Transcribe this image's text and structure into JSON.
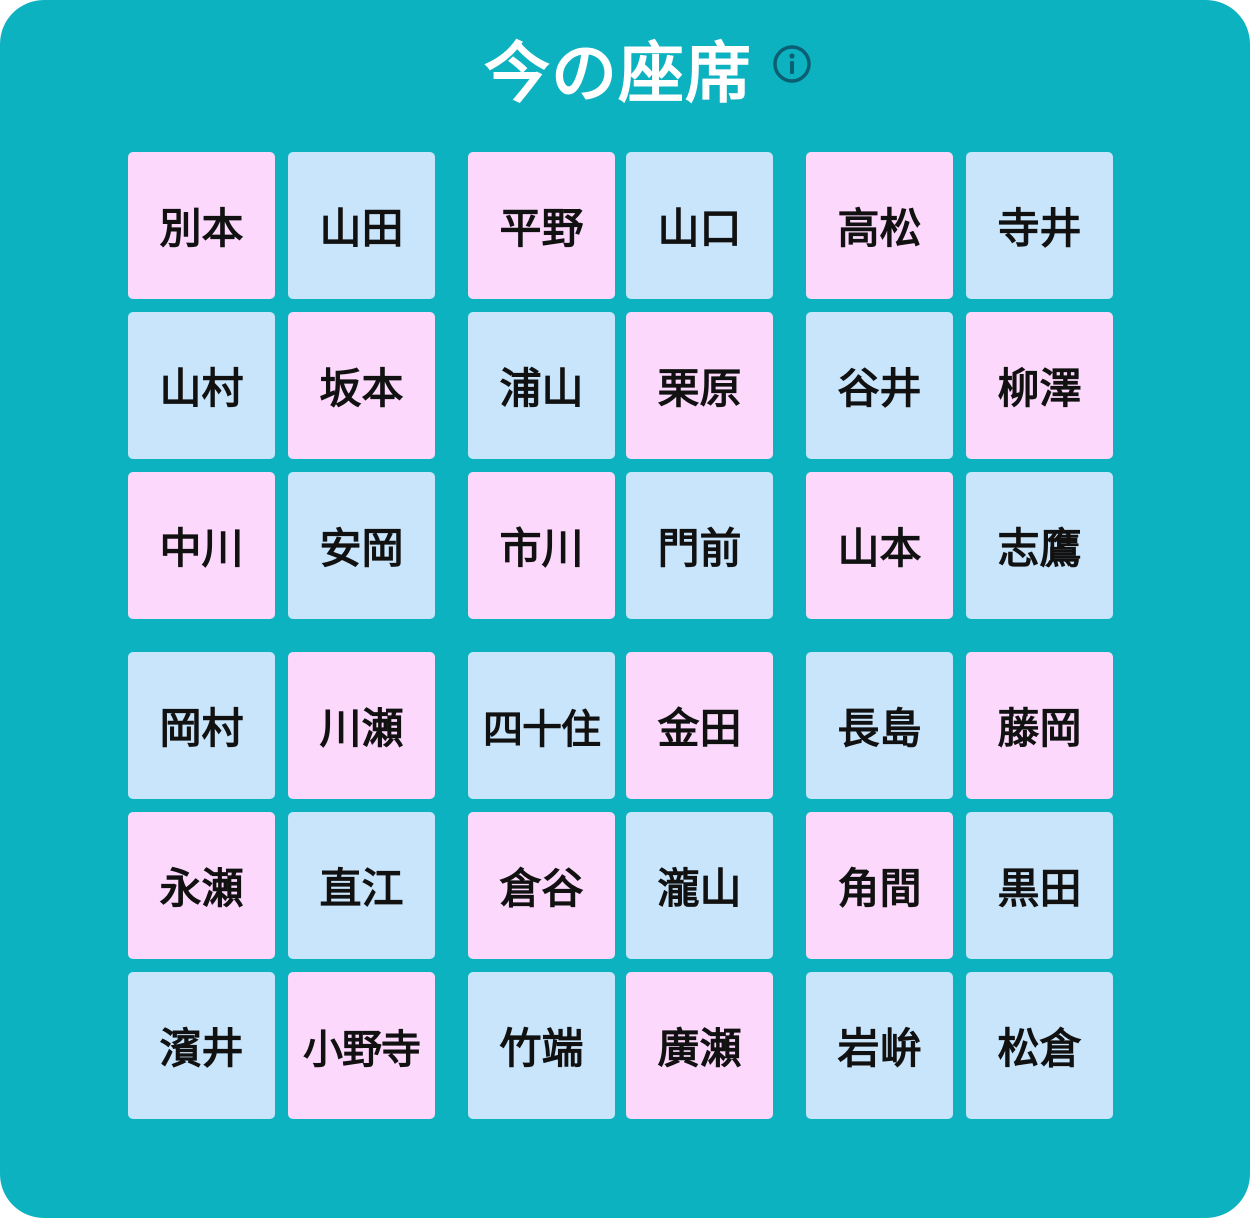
{
  "header": {
    "title": "今の座席",
    "info_icon": "info-icon"
  },
  "colors": {
    "background": "#0db2c1",
    "seat_pink": "#fcd9fc",
    "seat_blue": "#c9e5fb",
    "text": "#111111",
    "icon": "#0a5f73"
  },
  "seats": [
    {
      "name": "別本",
      "color": "pink"
    },
    {
      "name": "山田",
      "color": "blue"
    },
    {
      "name": "平野",
      "color": "pink"
    },
    {
      "name": "山口",
      "color": "blue"
    },
    {
      "name": "高松",
      "color": "pink"
    },
    {
      "name": "寺井",
      "color": "blue"
    },
    {
      "name": "山村",
      "color": "blue"
    },
    {
      "name": "坂本",
      "color": "pink"
    },
    {
      "name": "浦山",
      "color": "blue"
    },
    {
      "name": "栗原",
      "color": "pink"
    },
    {
      "name": "谷井",
      "color": "blue"
    },
    {
      "name": "柳澤",
      "color": "pink"
    },
    {
      "name": "中川",
      "color": "pink"
    },
    {
      "name": "安岡",
      "color": "blue"
    },
    {
      "name": "市川",
      "color": "pink"
    },
    {
      "name": "門前",
      "color": "blue"
    },
    {
      "name": "山本",
      "color": "pink"
    },
    {
      "name": "志鷹",
      "color": "blue"
    },
    {
      "name": "岡村",
      "color": "blue"
    },
    {
      "name": "川瀬",
      "color": "pink"
    },
    {
      "name": "四十住",
      "color": "blue"
    },
    {
      "name": "金田",
      "color": "pink"
    },
    {
      "name": "長島",
      "color": "blue"
    },
    {
      "name": "藤岡",
      "color": "pink"
    },
    {
      "name": "永瀬",
      "color": "pink"
    },
    {
      "name": "直江",
      "color": "blue"
    },
    {
      "name": "倉谷",
      "color": "pink"
    },
    {
      "name": "瀧山",
      "color": "blue"
    },
    {
      "name": "角間",
      "color": "pink"
    },
    {
      "name": "黒田",
      "color": "blue"
    },
    {
      "name": "濱井",
      "color": "blue"
    },
    {
      "name": "小野寺",
      "color": "pink"
    },
    {
      "name": "竹端",
      "color": "blue"
    },
    {
      "name": "廣瀬",
      "color": "pink"
    },
    {
      "name": "岩峅",
      "color": "blue"
    },
    {
      "name": "松倉",
      "color": "blue"
    }
  ]
}
